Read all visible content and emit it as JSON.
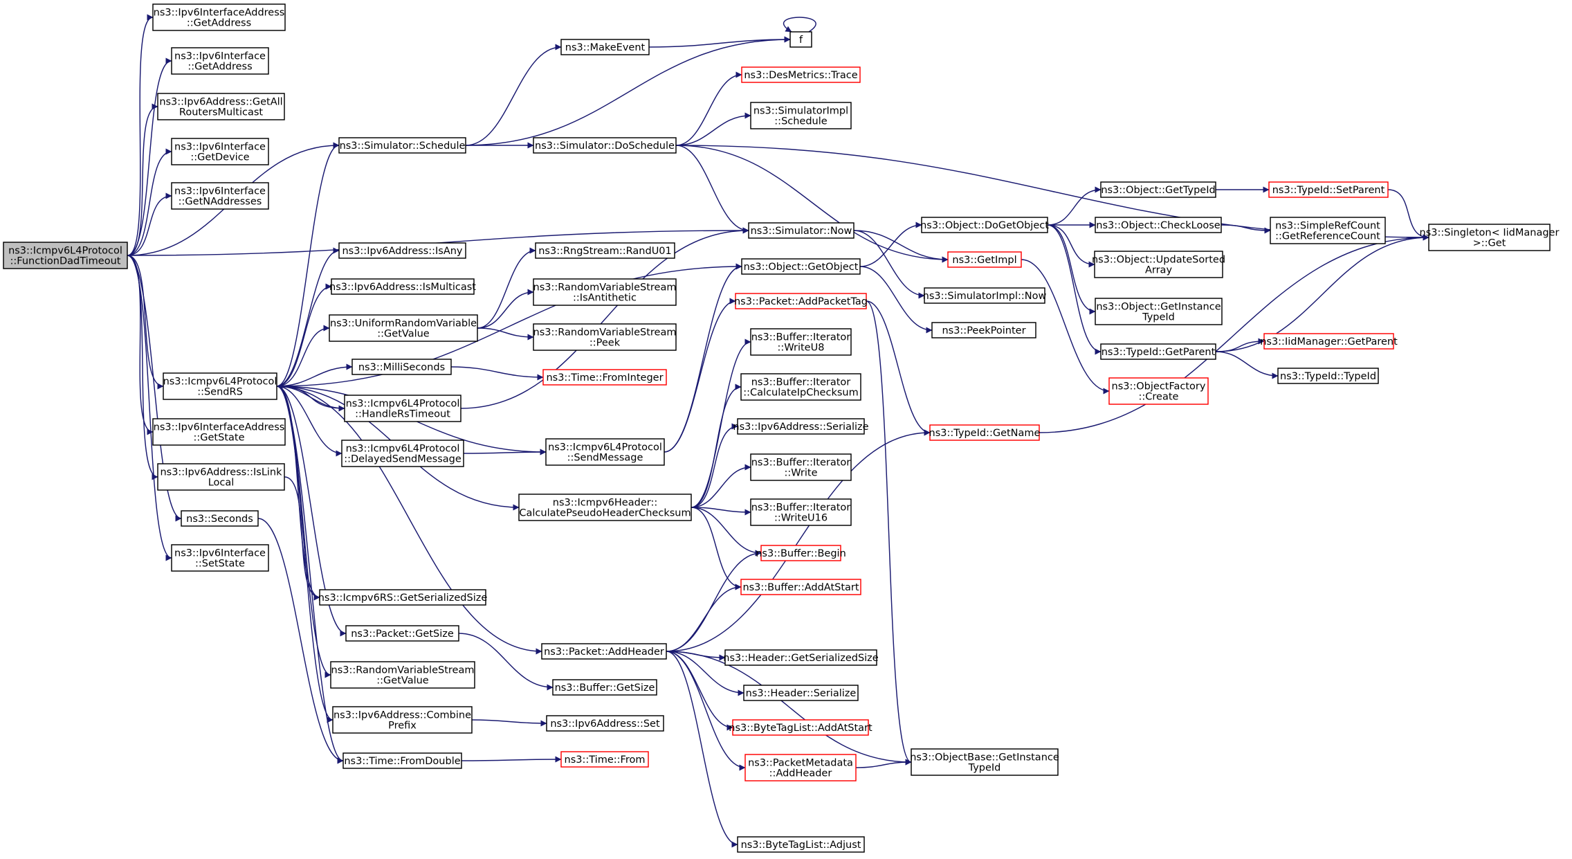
{
  "graph": {
    "title": "ns3::Icmpv6L4Protocol::FunctionDadTimeout call graph",
    "edge_color": "#191970",
    "root_fill": "#bfbfbf",
    "truncated_border": "#ff0000",
    "nodes": [
      {
        "id": "root",
        "lines": [
          "ns3::Icmpv6L4Protocol",
          "::FunctionDadTimeout"
        ],
        "root": true
      },
      {
        "id": "ifaddr_getaddr",
        "lines": [
          "ns3::Ipv6InterfaceAddress",
          "::GetAddress"
        ]
      },
      {
        "id": "iface_getaddr",
        "lines": [
          "ns3::Ipv6Interface",
          "::GetAddress"
        ]
      },
      {
        "id": "allrouters",
        "lines": [
          "ns3::Ipv6Address::GetAll",
          "RoutersMulticast"
        ]
      },
      {
        "id": "iface_getdevice",
        "lines": [
          "ns3::Ipv6Interface",
          "::GetDevice"
        ]
      },
      {
        "id": "iface_getnaddr",
        "lines": [
          "ns3::Ipv6Interface",
          "::GetNAddresses"
        ]
      },
      {
        "id": "sendrs",
        "lines": [
          "ns3::Icmpv6L4Protocol",
          "::SendRS"
        ]
      },
      {
        "id": "ifaddr_getstate",
        "lines": [
          "ns3::Ipv6InterfaceAddress",
          "::GetState"
        ]
      },
      {
        "id": "islinklocal",
        "lines": [
          "ns3::Ipv6Address::IsLink",
          "Local"
        ]
      },
      {
        "id": "seconds",
        "lines": [
          "ns3::Seconds"
        ]
      },
      {
        "id": "setstate",
        "lines": [
          "ns3::Ipv6Interface",
          "::SetState"
        ]
      },
      {
        "id": "sim_schedule",
        "lines": [
          "ns3::Simulator::Schedule"
        ]
      },
      {
        "id": "isany",
        "lines": [
          "ns3::Ipv6Address::IsAny"
        ]
      },
      {
        "id": "ismulticast",
        "lines": [
          "ns3::Ipv6Address::IsMulticast"
        ]
      },
      {
        "id": "uniform",
        "lines": [
          "ns3::UniformRandomVariable",
          "::GetValue"
        ]
      },
      {
        "id": "milli",
        "lines": [
          "ns3::MilliSeconds"
        ]
      },
      {
        "id": "handlers",
        "lines": [
          "ns3::Icmpv6L4Protocol",
          "::HandleRsTimeout"
        ]
      },
      {
        "id": "delayed",
        "lines": [
          "ns3::Icmpv6L4Protocol",
          "::DelayedSendMessage"
        ]
      },
      {
        "id": "rs_size",
        "lines": [
          "ns3::Icmpv6RS::GetSerializedSize"
        ]
      },
      {
        "id": "pkt_getsize",
        "lines": [
          "ns3::Packet::GetSize"
        ]
      },
      {
        "id": "rvs_getvalue",
        "lines": [
          "ns3::RandomVariableStream",
          "::GetValue"
        ]
      },
      {
        "id": "combine",
        "lines": [
          "ns3::Ipv6Address::Combine",
          "Prefix"
        ]
      },
      {
        "id": "fromdouble",
        "lines": [
          "ns3::Time::FromDouble"
        ]
      },
      {
        "id": "makeevent",
        "lines": [
          "ns3::MakeEvent"
        ]
      },
      {
        "id": "doschedule",
        "lines": [
          "ns3::Simulator::DoSchedule"
        ]
      },
      {
        "id": "randu01",
        "lines": [
          "ns3::RngStream::RandU01"
        ]
      },
      {
        "id": "isanti",
        "lines": [
          "ns3::RandomVariableStream",
          "::IsAntithetic"
        ]
      },
      {
        "id": "peek",
        "lines": [
          "ns3::RandomVariableStream",
          "::Peek"
        ]
      },
      {
        "id": "frominteger",
        "lines": [
          "ns3::Time::FromInteger"
        ],
        "truncated": true
      },
      {
        "id": "sendmessage",
        "lines": [
          "ns3::Icmpv6L4Protocol",
          "::SendMessage"
        ]
      },
      {
        "id": "pseudo",
        "lines": [
          "ns3::Icmpv6Header::",
          "CalculatePseudoHeaderChecksum"
        ]
      },
      {
        "id": "addheader",
        "lines": [
          "ns3::Packet::AddHeader"
        ]
      },
      {
        "id": "buf_getsize",
        "lines": [
          "ns3::Buffer::GetSize"
        ]
      },
      {
        "id": "ipv6_set",
        "lines": [
          "ns3::Ipv6Address::Set"
        ]
      },
      {
        "id": "time_from",
        "lines": [
          "ns3::Time::From"
        ],
        "truncated": true
      },
      {
        "id": "f",
        "lines": [
          "f"
        ]
      },
      {
        "id": "desmetrics",
        "lines": [
          "ns3::DesMetrics::Trace"
        ],
        "truncated": true
      },
      {
        "id": "simimpl_sched",
        "lines": [
          "ns3::SimulatorImpl",
          "::Schedule"
        ]
      },
      {
        "id": "sim_now",
        "lines": [
          "ns3::Simulator::Now"
        ]
      },
      {
        "id": "getobject",
        "lines": [
          "ns3::Object::GetObject"
        ]
      },
      {
        "id": "addpackettag",
        "lines": [
          "ns3::Packet::AddPacketTag"
        ],
        "truncated": true
      },
      {
        "id": "writeu8",
        "lines": [
          "ns3::Buffer::Iterator",
          "::WriteU8"
        ]
      },
      {
        "id": "calcip",
        "lines": [
          "ns3::Buffer::Iterator",
          "::CalculateIpChecksum"
        ]
      },
      {
        "id": "serialize",
        "lines": [
          "ns3::Ipv6Address::Serialize"
        ]
      },
      {
        "id": "write",
        "lines": [
          "ns3::Buffer::Iterator",
          "::Write"
        ]
      },
      {
        "id": "writeu16",
        "lines": [
          "ns3::Buffer::Iterator",
          "::WriteU16"
        ]
      },
      {
        "id": "begin",
        "lines": [
          "ns3::Buffer::Begin"
        ],
        "truncated": true
      },
      {
        "id": "addatstart",
        "lines": [
          "ns3::Buffer::AddAtStart"
        ],
        "truncated": true
      },
      {
        "id": "hdr_size",
        "lines": [
          "ns3::Header::GetSerializedSize"
        ]
      },
      {
        "id": "hdr_ser",
        "lines": [
          "ns3::Header::Serialize"
        ]
      },
      {
        "id": "btl_addatstart",
        "lines": [
          "ns3::ByteTagList::AddAtStart"
        ],
        "truncated": true
      },
      {
        "id": "pm_addheader",
        "lines": [
          "ns3::PacketMetadata",
          "::AddHeader"
        ],
        "truncated": true
      },
      {
        "id": "btl_adjust",
        "lines": [
          "ns3::ByteTagList::Adjust"
        ]
      },
      {
        "id": "dogetobject",
        "lines": [
          "ns3::Object::DoGetObject"
        ]
      },
      {
        "id": "getimpl",
        "lines": [
          "ns3::GetImpl"
        ],
        "truncated": true
      },
      {
        "id": "simimpl_now",
        "lines": [
          "ns3::SimulatorImpl::Now"
        ]
      },
      {
        "id": "peekpointer",
        "lines": [
          "ns3::PeekPointer"
        ]
      },
      {
        "id": "getname",
        "lines": [
          "ns3::TypeId::GetName"
        ],
        "truncated": true
      },
      {
        "id": "getinstancetypeid",
        "lines": [
          "ns3::ObjectBase::GetInstance",
          "TypeId"
        ]
      },
      {
        "id": "obj_gettypeid",
        "lines": [
          "ns3::Object::GetTypeId"
        ]
      },
      {
        "id": "checkloose",
        "lines": [
          "ns3::Object::CheckLoose"
        ]
      },
      {
        "id": "updatesorted",
        "lines": [
          "ns3::Object::UpdateSorted",
          "Array"
        ]
      },
      {
        "id": "obj_getinstance",
        "lines": [
          "ns3::Object::GetInstance",
          "TypeId"
        ]
      },
      {
        "id": "tid_getparent",
        "lines": [
          "ns3::TypeId::GetParent"
        ]
      },
      {
        "id": "objfactory",
        "lines": [
          "ns3::ObjectFactory",
          "::Create"
        ],
        "truncated": true
      },
      {
        "id": "setparent",
        "lines": [
          "ns3::TypeId::SetParent"
        ],
        "truncated": true
      },
      {
        "id": "refcount",
        "lines": [
          "ns3::SimpleRefCount",
          "::GetReferenceCount"
        ]
      },
      {
        "id": "iid_getparent",
        "lines": [
          "ns3::IidManager::GetParent"
        ],
        "truncated": true
      },
      {
        "id": "tid_typeid",
        "lines": [
          "ns3::TypeId::TypeId"
        ]
      },
      {
        "id": "singleton",
        "lines": [
          "ns3::Singleton< IidManager",
          "&gt;::Get"
        ]
      }
    ]
  }
}
